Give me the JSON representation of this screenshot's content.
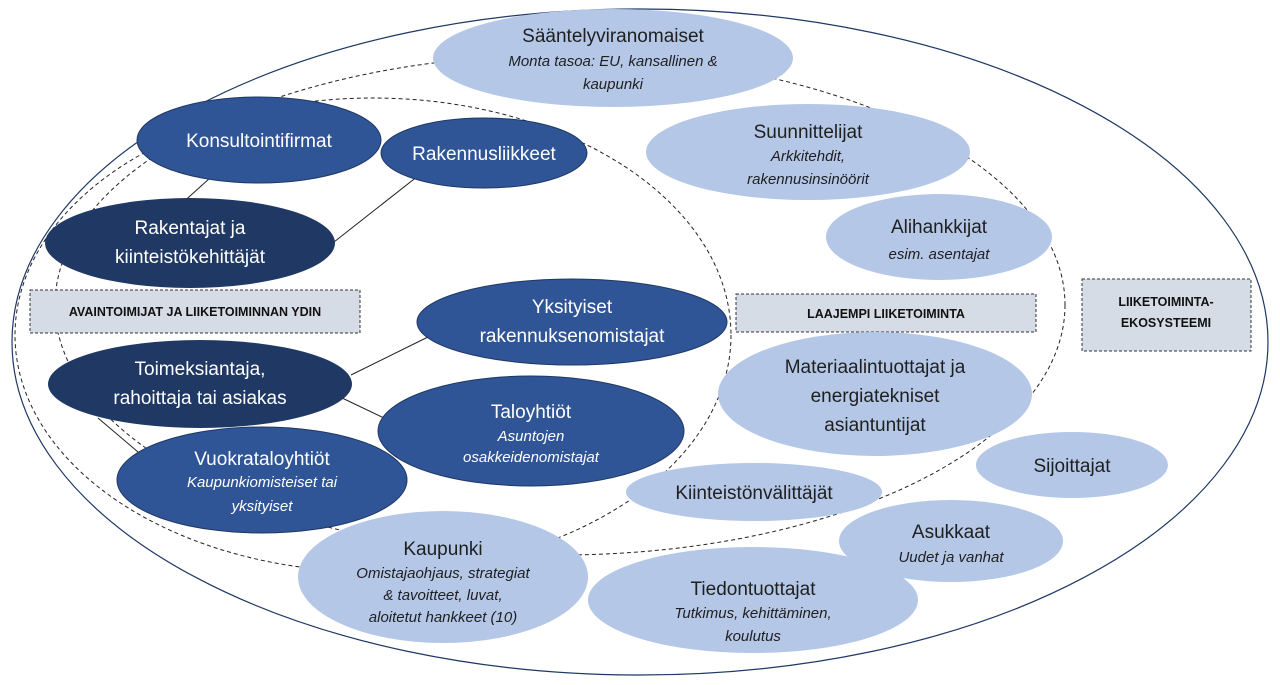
{
  "colors": {
    "dark_navy": "#1f3864",
    "mid_blue": "#2f5597",
    "light_blue": "#b4c7e7",
    "label_box": "#d6dce5",
    "outline": "#1f3864"
  },
  "labels": {
    "core": "AVAINTOIMIJAT JA LIIKETOIMINNAN YDIN",
    "wider": "LAAJEMPI LIIKETOIMINTA",
    "ecosystem_line1": "LIIKETOIMINTA-",
    "ecosystem_line2": "EKOSYSTEEMI"
  },
  "nodes": {
    "saantely": {
      "title": "Sääntelyviranomaiset",
      "sub1": "Monta tasoa: EU, kansallinen &",
      "sub2": "kaupunki"
    },
    "konsultointi": {
      "title": "Konsultointifirmat"
    },
    "rakennusliikkeet": {
      "title": "Rakennusliikkeet"
    },
    "rakentajat": {
      "line1": "Rakentajat ja",
      "line2": "kiinteistökehittäjät"
    },
    "suunnittelijat": {
      "title": "Suunnittelijat",
      "sub1": "Arkkitehdit,",
      "sub2": "rakennusinsinöörit"
    },
    "alihankkijat": {
      "title": "Alihankkijat",
      "sub1": "esim. asentajat"
    },
    "yksityiset": {
      "line1": "Yksityiset",
      "line2": "rakennuksenomistajat"
    },
    "toimeksiantaja": {
      "line1": "Toimeksiantaja,",
      "line2": "rahoittaja tai asiakas"
    },
    "taloyhtiot": {
      "title": "Taloyhtiöt",
      "sub1": "Asuntojen",
      "sub2": "osakkeidenomistajat"
    },
    "vuokrataloyhtiot": {
      "title": "Vuokrataloyhtiöt",
      "sub1": "Kaupunkiomisteiset tai",
      "sub2": "yksityiset"
    },
    "materiaali": {
      "line1": "Materiaalintuottajat ja",
      "line2": "energiatekniset",
      "line3": "asiantuntijat"
    },
    "sijoittajat": {
      "title": "Sijoittajat"
    },
    "kiinteistonvalittajat": {
      "title": "Kiinteistönvälittäjät"
    },
    "asukkaat": {
      "title": "Asukkaat",
      "sub1": "Uudet ja vanhat"
    },
    "kaupunki": {
      "title": "Kaupunki",
      "sub1": "Omistajaohjaus, strategiat",
      "sub2": "& tavoitteet, luvat,",
      "sub3": "aloitetut hankkeet (10)"
    },
    "tiedontuottajat": {
      "title": "Tiedontuottajat",
      "sub1": "Tutkimus, kehittäminen,",
      "sub2": "koulutus"
    }
  }
}
